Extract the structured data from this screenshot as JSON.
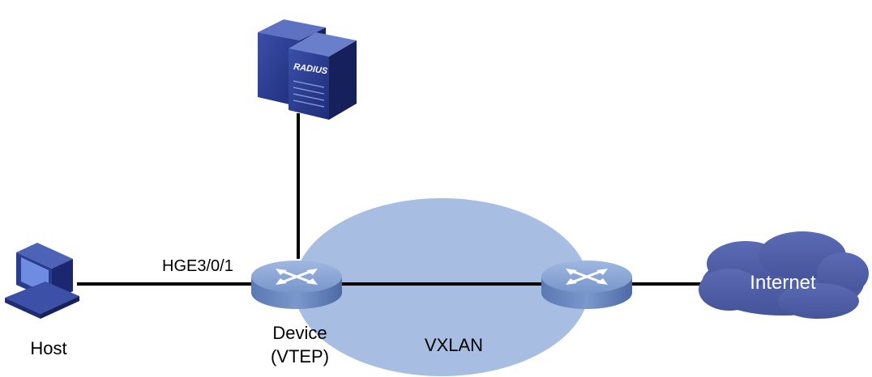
{
  "labels": {
    "port": "HGE3/0/1",
    "host": "Host",
    "device_line1": "Device",
    "device_line2": "(VTEP)",
    "vxlan": "VXLAN",
    "internet": "Internet",
    "radius": "RADIUS"
  },
  "colors": {
    "vxlan_cloud": "#a7bde2",
    "internet_cloud": "#4f5fa5",
    "switch_body": "#6f8fc6",
    "switch_top": "#87a5d6",
    "server_dark": "#1f2f7c",
    "server_light": "#3a4ea8",
    "link": "#000000"
  },
  "icons": [
    "radius-server-icon",
    "host-computer-icon",
    "device-switch-icon",
    "remote-switch-icon",
    "internet-cloud-icon"
  ]
}
